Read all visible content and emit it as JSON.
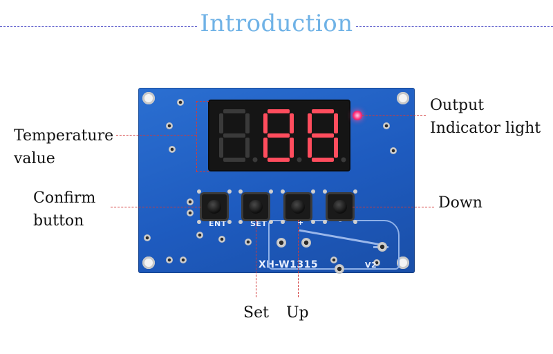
{
  "title": "Introduction",
  "labels": {
    "temperature": [
      "Temperature",
      "value"
    ],
    "output": [
      "Output",
      "Indicator light"
    ],
    "confirm": [
      "Confirm",
      "button"
    ],
    "down": "Down",
    "set": "Set",
    "up": "Up"
  },
  "board": {
    "model": "XH-W1315",
    "display_digits": [
      "8",
      "8",
      "8"
    ],
    "button_marks": [
      "ENT",
      "SET",
      "+",
      "-"
    ],
    "v2_mark": "V2"
  },
  "colors": {
    "title": "#6fb2e6",
    "board": "#1e5bbf",
    "segment_on": "#ff4d5e",
    "segment_off": "#3a3a3a",
    "leader": "#d23a3a"
  }
}
